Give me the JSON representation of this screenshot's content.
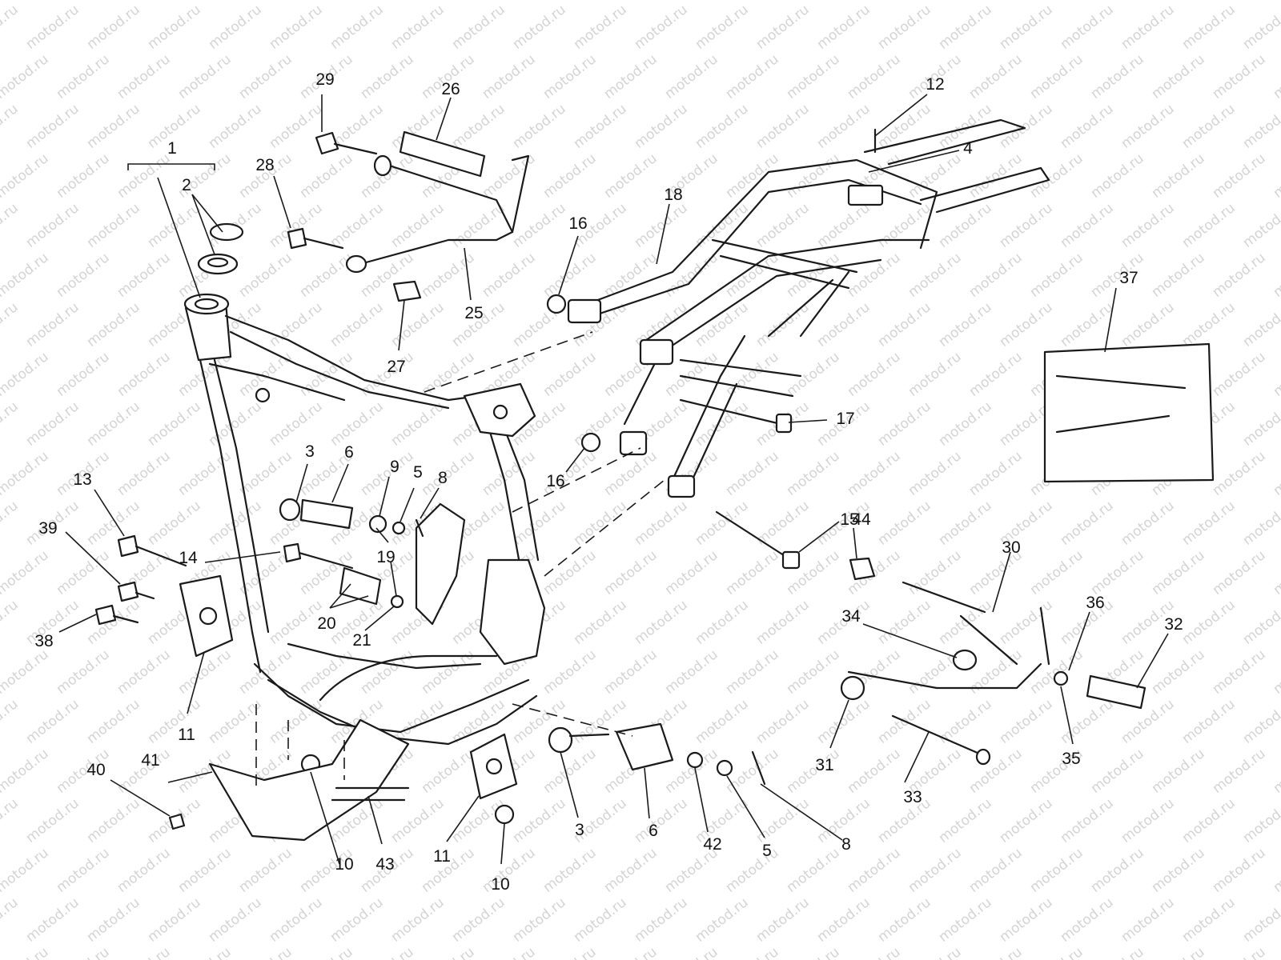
{
  "watermark": "motod.ru",
  "callouts": [
    "1",
    "2",
    "2",
    "3",
    "3",
    "4",
    "5",
    "5",
    "6",
    "6",
    "8",
    "8",
    "9",
    "10",
    "10",
    "11",
    "11",
    "12",
    "13",
    "14",
    "15",
    "16",
    "16",
    "17",
    "18",
    "19",
    "20",
    "21",
    "25",
    "26",
    "27",
    "28",
    "29",
    "30",
    "31",
    "32",
    "33",
    "34",
    "35",
    "36",
    "37",
    "38",
    "39",
    "40",
    "41",
    "42",
    "43",
    "44"
  ]
}
